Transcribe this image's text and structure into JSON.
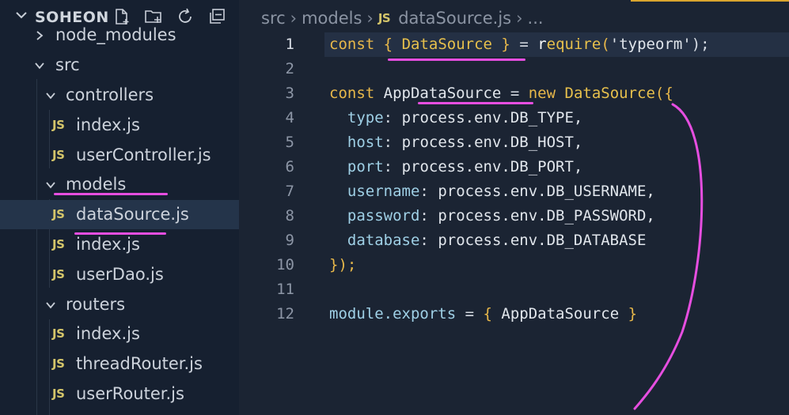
{
  "explorer": {
    "title": "SOHEON",
    "tree": [
      {
        "label": "node_modules",
        "kind": "folder",
        "expanded": false
      },
      {
        "label": "src",
        "kind": "folder",
        "expanded": true
      },
      {
        "label": "controllers",
        "kind": "folder",
        "expanded": true
      },
      {
        "label": "index.js",
        "kind": "file",
        "badge": "JS"
      },
      {
        "label": "userController.js",
        "kind": "file",
        "badge": "JS"
      },
      {
        "label": "models",
        "kind": "folder",
        "expanded": true
      },
      {
        "label": "dataSource.js",
        "kind": "file",
        "badge": "JS",
        "selected": true
      },
      {
        "label": "index.js",
        "kind": "file",
        "badge": "JS"
      },
      {
        "label": "userDao.js",
        "kind": "file",
        "badge": "JS"
      },
      {
        "label": "routers",
        "kind": "folder",
        "expanded": true
      },
      {
        "label": "index.js",
        "kind": "file",
        "badge": "JS"
      },
      {
        "label": "threadRouter.js",
        "kind": "file",
        "badge": "JS"
      },
      {
        "label": "userRouter.js",
        "kind": "file",
        "badge": "JS"
      }
    ],
    "icons": [
      "new-file-icon",
      "new-folder-icon",
      "refresh-icon",
      "collapse-all-icon"
    ]
  },
  "breadcrumb": {
    "parts": [
      "src",
      "models",
      "dataSource.js",
      "..."
    ],
    "file_badge": "JS"
  },
  "editor": {
    "line_numbers": [
      "1",
      "2",
      "3",
      "4",
      "5",
      "6",
      "7",
      "8",
      "9",
      "10",
      "11",
      "12"
    ],
    "active_line": "1",
    "lines": {
      "l1": {
        "kw": "const",
        "open": "{",
        "name": "DataSource",
        "close": "}",
        "eq": "=",
        "cursor": "r",
        "req": "equire",
        "paren_open": "(",
        "str": "'typeorm'",
        "end": ");"
      },
      "l3": {
        "kw": "const",
        "name": "AppDataSource",
        "eq": "=",
        "new": "new",
        "cls": "DataSource",
        "open": "({"
      },
      "l4": {
        "prop": "type",
        "val": "process.env.DB_TYPE,"
      },
      "l5": {
        "prop": "host",
        "val": "process.env.DB_HOST,"
      },
      "l6": {
        "prop": "port",
        "val": "process.env.DB_PORT,"
      },
      "l7": {
        "prop": "username",
        "val": "process.env.DB_USERNAME,"
      },
      "l8": {
        "prop": "password",
        "val": "process.env.DB_PASSWORD,"
      },
      "l9": {
        "prop": "database",
        "val": "process.env.DB_DATABASE"
      },
      "l10": {
        "close": "});"
      },
      "l12": {
        "obj": "module.exports",
        "eq": "=",
        "open": "{",
        "name": "AppDataSource",
        "close": "}"
      }
    }
  },
  "colors": {
    "annotation": "#e64ee0",
    "keyword": "#e8b84a",
    "property": "#9fd0e6",
    "js_badge": "#d4c56a"
  }
}
